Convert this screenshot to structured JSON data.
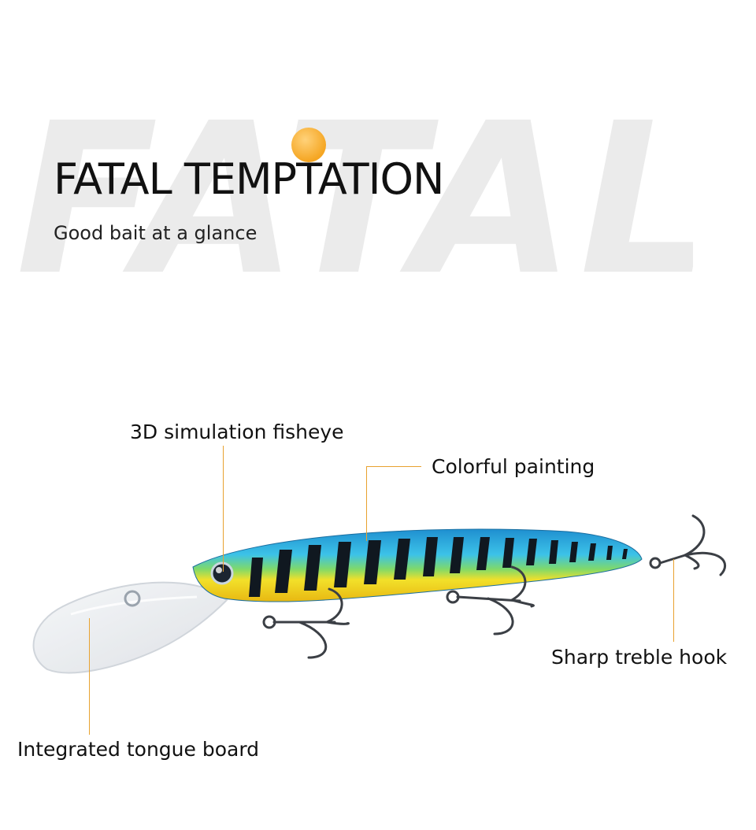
{
  "background_word": "FATAL",
  "headline": {
    "title": "FATAL TEMPTATION",
    "subtitle": "Good bait at a glance"
  },
  "callouts": {
    "fisheye": "3D simulation fisheye",
    "painting": "Colorful painting",
    "hook": "Sharp treble hook",
    "tongue": "Integrated tongue board"
  },
  "colors": {
    "accent": "#f5a623",
    "lure_back": "#2aa6d8",
    "lure_belly": "#f2d21a",
    "stripes": "#101820"
  }
}
